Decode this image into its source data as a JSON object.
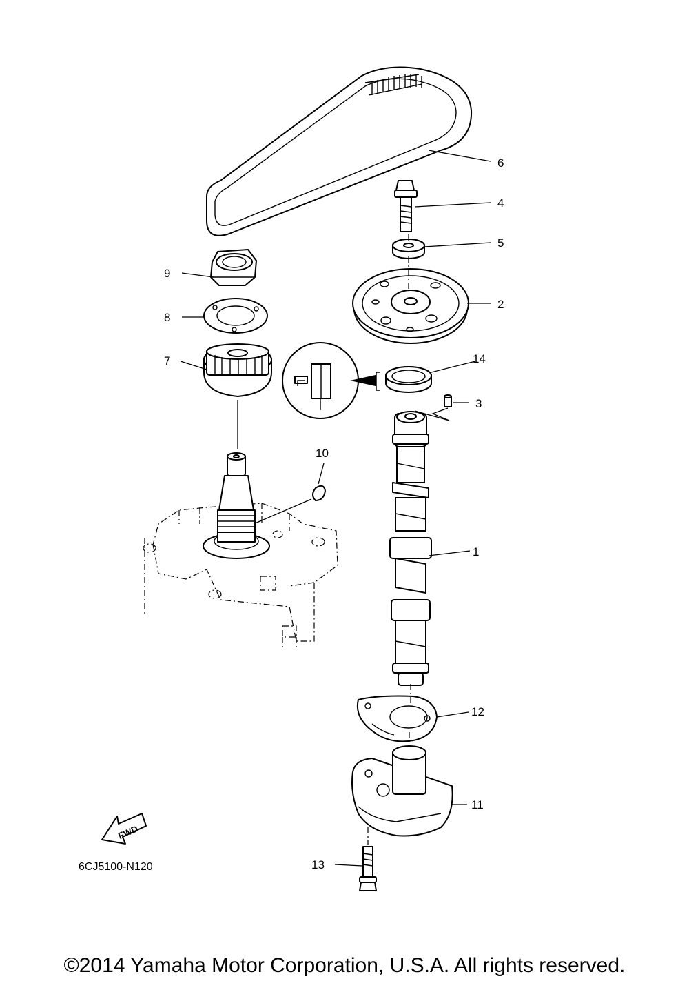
{
  "parts": [
    {
      "ref": "1"
    },
    {
      "ref": "2"
    },
    {
      "ref": "3"
    },
    {
      "ref": "4"
    },
    {
      "ref": "5"
    },
    {
      "ref": "6"
    },
    {
      "ref": "7"
    },
    {
      "ref": "8"
    },
    {
      "ref": "9"
    },
    {
      "ref": "10"
    },
    {
      "ref": "11"
    },
    {
      "ref": "12"
    },
    {
      "ref": "13"
    },
    {
      "ref": "14"
    }
  ],
  "fwd_label": "FWD",
  "diagram_code": "6CJ5100-N120",
  "copyright": "©2014 Yamaha Motor Corporation, U.S.A. All rights reserved."
}
